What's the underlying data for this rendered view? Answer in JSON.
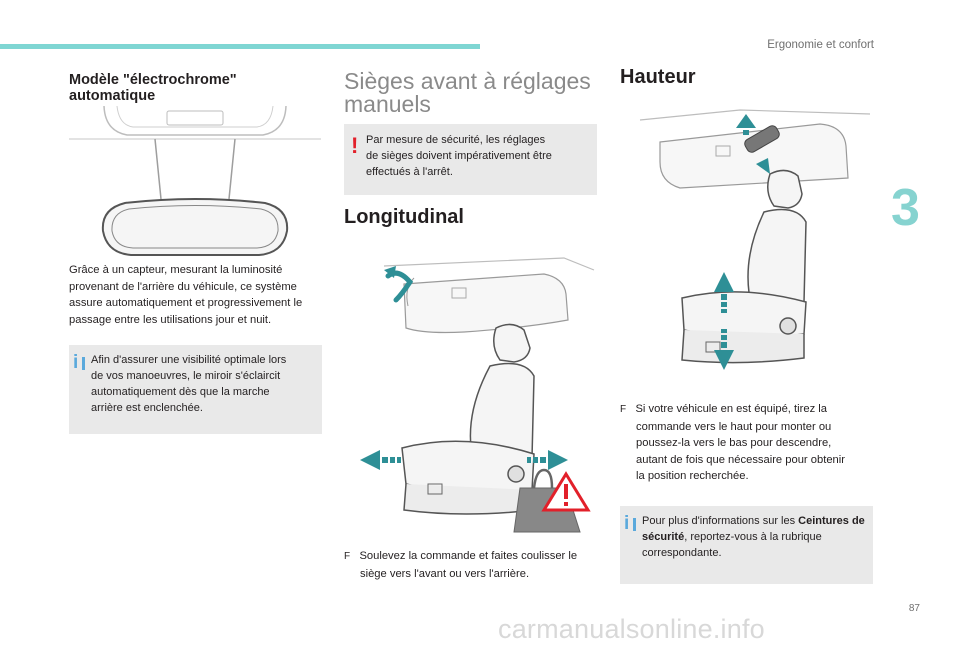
{
  "header": {
    "chapter_title": "Ergonomie et confort",
    "chapter_number": "3",
    "page_number": "87"
  },
  "col1": {
    "heading": "Modèle \"électrochrome\"\nautomatique",
    "body_lines": [
      "Grâce à un capteur, mesurant la luminosité",
      "provenant de l'arrière du véhicule, ce système",
      "assure automatiquement et progressivement le",
      "passage entre les utilisations jour et nuit."
    ],
    "info_lines": [
      "Afin d'assurer une visibilité optimale lors",
      "de vos manoeuvres, le miroir s'éclaircit",
      "automatiquement dès que la marche",
      "arrière est enclenchée."
    ]
  },
  "col2": {
    "heading_line1": "Sièges avant à réglages",
    "heading_line2": "manuels",
    "warning_lines": [
      "Par mesure de sécurité, les réglages",
      "de sièges doivent impérativement être",
      "effectués à l'arrêt."
    ],
    "subheading": "Longitudinal",
    "step_bullet": "F",
    "step_line1": "Soulevez la commande et faites coulisser le",
    "step_line2": "siège vers l'avant ou vers l'arrière."
  },
  "col3": {
    "heading": "Hauteur",
    "step_bullet": "F",
    "step_lines": [
      "Si votre véhicule en est équipé, tirez la",
      "commande vers le haut pour monter ou",
      "poussez-la vers le bas pour descendre,",
      "autant de fois que nécessaire pour obtenir",
      "la position recherchée."
    ],
    "info_pre": "Pour plus d'informations sur les ",
    "info_bold": "Ceintures de sécurité",
    "info_post": ", reportez-vous à la rubrique correspondante."
  },
  "icons": {
    "info": "i",
    "warning": "!"
  },
  "colors": {
    "accent": "#7fd6d3",
    "arrow": "#2e8f96",
    "info": "#5aa9dc",
    "warning": "#e2202a"
  },
  "watermark": "carmanualsonline.info"
}
